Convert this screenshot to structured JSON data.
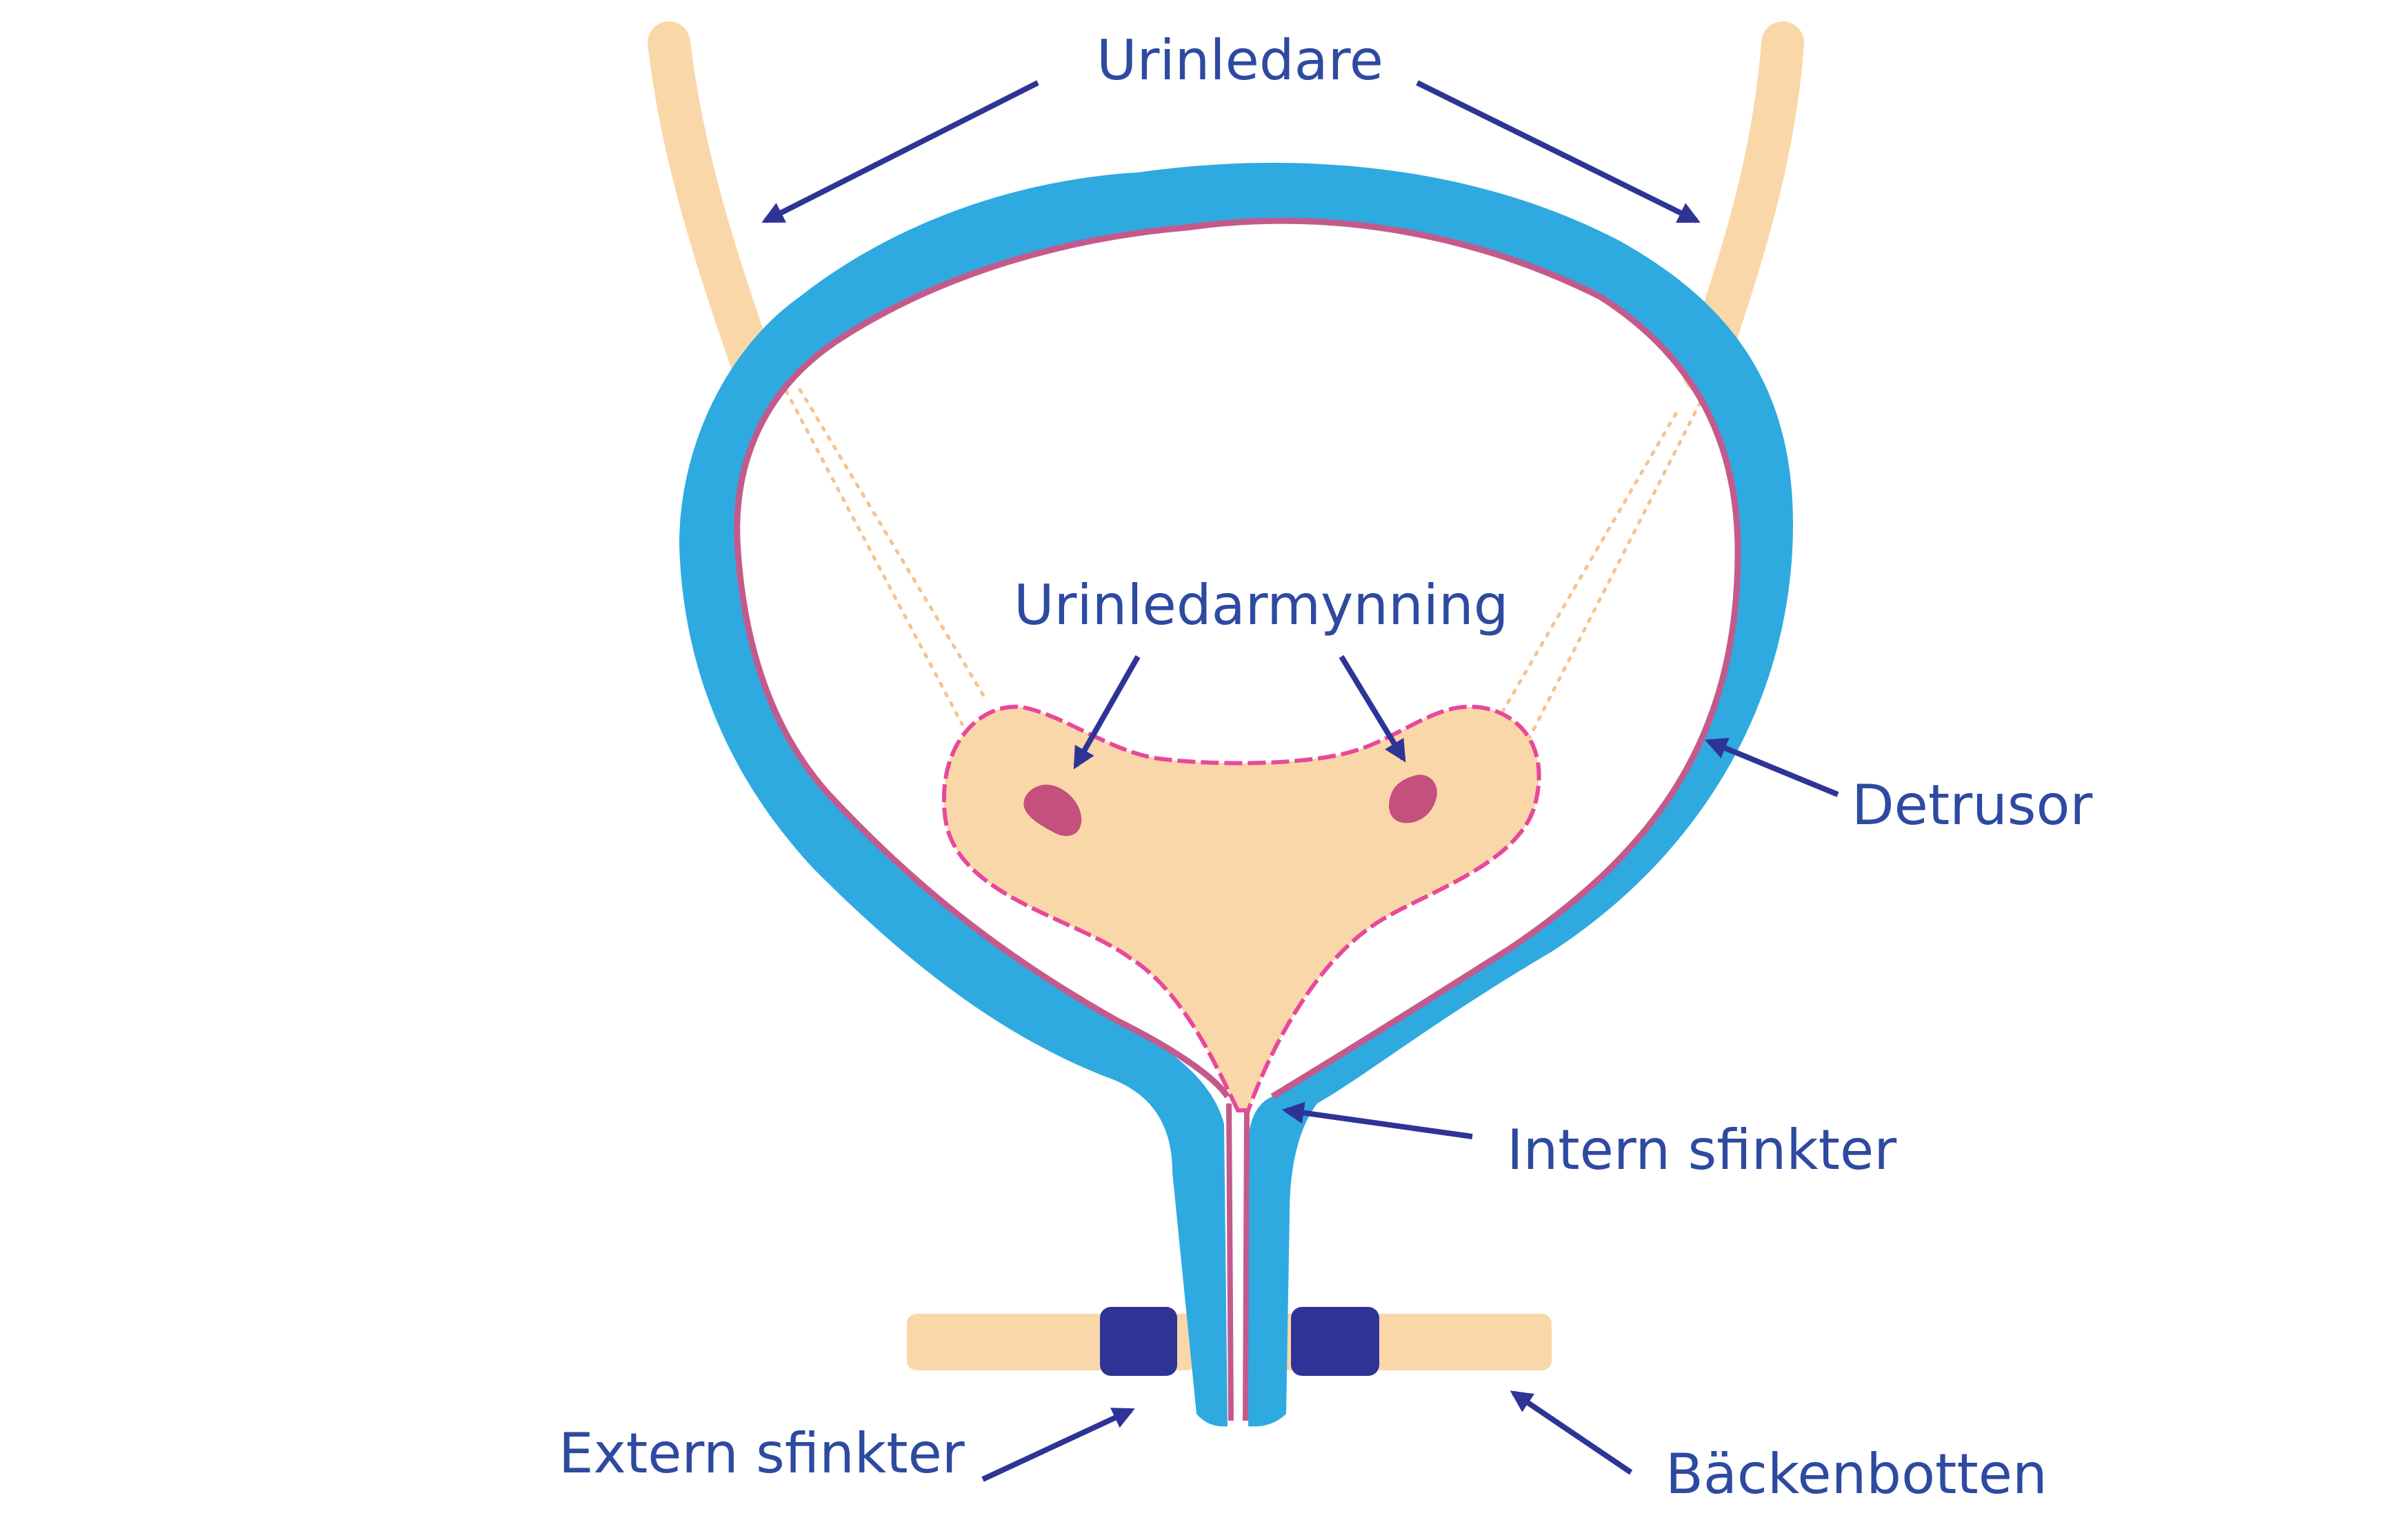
{
  "labels": {
    "ureter": "Urinledare",
    "ureteral_orifice": "Urinledarmynning",
    "detrusor": "Detrusor",
    "internal_sphincter": "Intern sfinkter",
    "external_sphincter": "Extern sfinkter",
    "pelvic_floor": "Bäckenbotten"
  },
  "colors": {
    "bladder_wall": "#2eaae0",
    "mucosa": "#c45a8c",
    "trigone": "#fad7a9",
    "trigone_outline": "#e8489c",
    "orifice": "#c4507e",
    "ureter": "#fad7a9",
    "sphincter": "#2e3496",
    "arrow": "#2e3496",
    "label": "#2e4aa0"
  }
}
